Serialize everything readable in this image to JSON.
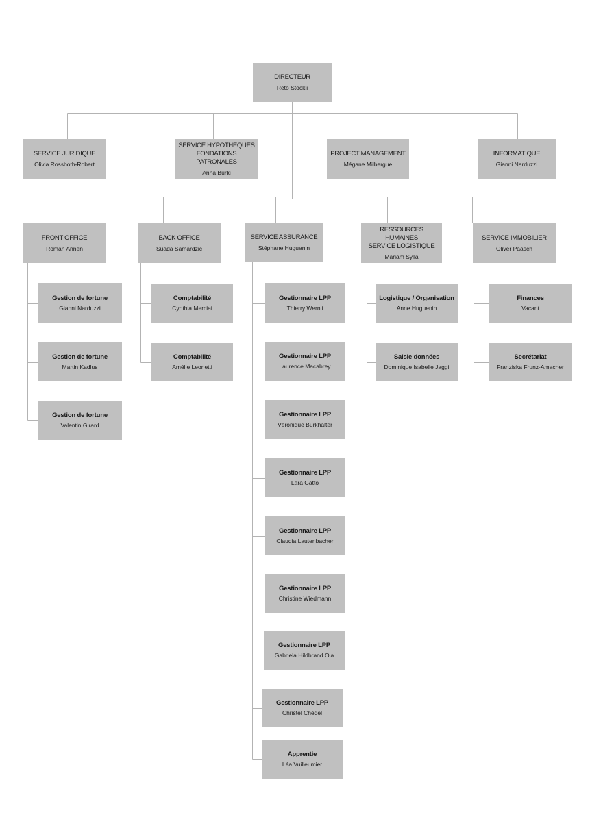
{
  "chart_data": {
    "type": "org-chart",
    "nodes": [
      {
        "id": "dir",
        "parent": null,
        "title": "DIRECTEUR",
        "person": "Reto Stöckli",
        "kind": "top"
      },
      {
        "id": "jur",
        "parent": "dir",
        "title": "SERVICE JURIDIQUE",
        "person": "Olivia Rossboth-Robert",
        "kind": "dept"
      },
      {
        "id": "hyp",
        "parent": "dir",
        "title": "SERVICE HYPOTHEQUES\nFONDATIONS PATRONALES",
        "person": "Anna Bürki",
        "kind": "dept"
      },
      {
        "id": "pm",
        "parent": "dir",
        "title": "PROJECT MANAGEMENT",
        "person": "Mégane Milbergue",
        "kind": "dept"
      },
      {
        "id": "inf",
        "parent": "dir",
        "title": "INFORMATIQUE",
        "person": "Gianni Narduzzi",
        "kind": "dept"
      },
      {
        "id": "fo",
        "parent": "dir",
        "title": "FRONT OFFICE",
        "person": "Roman Annen",
        "kind": "dept"
      },
      {
        "id": "bo",
        "parent": "dir",
        "title": "BACK OFFICE",
        "person": "Suada Samardzic",
        "kind": "dept"
      },
      {
        "id": "sa",
        "parent": "dir",
        "title": "SERVICE ASSURANCE",
        "person": "Stéphane Huguenin",
        "kind": "dept"
      },
      {
        "id": "rh",
        "parent": "dir",
        "title": "RESSOURCES HUMAINES\nSERVICE LOGISTIQUE",
        "person": "Mariam Sylla",
        "kind": "dept"
      },
      {
        "id": "si",
        "parent": "dir",
        "title": "SERVICE IMMOBILIER",
        "person": "Oliver Paasch",
        "kind": "dept"
      },
      {
        "id": "fo1",
        "parent": "fo",
        "title": "Gestion de fortune",
        "person": "Gianni Narduzzi",
        "kind": "unit"
      },
      {
        "id": "fo2",
        "parent": "fo",
        "title": "Gestion de fortune",
        "person": "Martin Kadlus",
        "kind": "unit"
      },
      {
        "id": "fo3",
        "parent": "fo",
        "title": "Gestion de fortune",
        "person": "Valentin Girard",
        "kind": "unit"
      },
      {
        "id": "bo1",
        "parent": "bo",
        "title": "Comptabilité",
        "person": "Cynthia Merciai",
        "kind": "unit"
      },
      {
        "id": "bo2",
        "parent": "bo",
        "title": "Comptabilité",
        "person": "Amélie Leonetti",
        "kind": "unit"
      },
      {
        "id": "sa1",
        "parent": "sa",
        "title": "Gestionnaire LPP",
        "person": "Thierry Wernli",
        "kind": "unit"
      },
      {
        "id": "sa2",
        "parent": "sa",
        "title": "Gestionnaire LPP",
        "person": "Laurence Macabrey",
        "kind": "unit"
      },
      {
        "id": "sa3",
        "parent": "sa",
        "title": "Gestionnaire LPP",
        "person": "Véronique Burkhalter",
        "kind": "unit"
      },
      {
        "id": "sa4",
        "parent": "sa",
        "title": "Gestionnaire LPP",
        "person": "Lara Gatto",
        "kind": "unit"
      },
      {
        "id": "sa5",
        "parent": "sa",
        "title": "Gestionnaire LPP",
        "person": "Claudia Lautenbacher",
        "kind": "unit"
      },
      {
        "id": "sa6",
        "parent": "sa",
        "title": "Gestionnaire LPP",
        "person": "Christine Wiedmann",
        "kind": "unit"
      },
      {
        "id": "sa7",
        "parent": "sa",
        "title": "Gestionnaire LPP",
        "person": "Gabriela Hildbrand Ola",
        "kind": "unit"
      },
      {
        "id": "sa8",
        "parent": "sa",
        "title": "Gestionnaire LPP",
        "person": "Christel Chédel",
        "kind": "unit"
      },
      {
        "id": "sa9",
        "parent": "sa",
        "title": "Apprentie",
        "person": "Léa Vuilleumier",
        "kind": "unit"
      },
      {
        "id": "rh1",
        "parent": "rh",
        "title": "Logistique / Organisation",
        "person": "Anne Huguenin",
        "kind": "unit"
      },
      {
        "id": "rh2",
        "parent": "rh",
        "title": "Saisie données",
        "person": "Dominique Isabelle Jaggi",
        "kind": "unit"
      },
      {
        "id": "si1",
        "parent": "si",
        "title": "Finances",
        "person": "Vacant",
        "kind": "unit"
      },
      {
        "id": "si2",
        "parent": "si",
        "title": "Secrétariat",
        "person": "Franziska Frunz-Amacher",
        "kind": "unit"
      }
    ],
    "colors": {
      "box": "#c0c0c0",
      "line": "#b3b3b3",
      "text": "#1a1a1a"
    }
  }
}
